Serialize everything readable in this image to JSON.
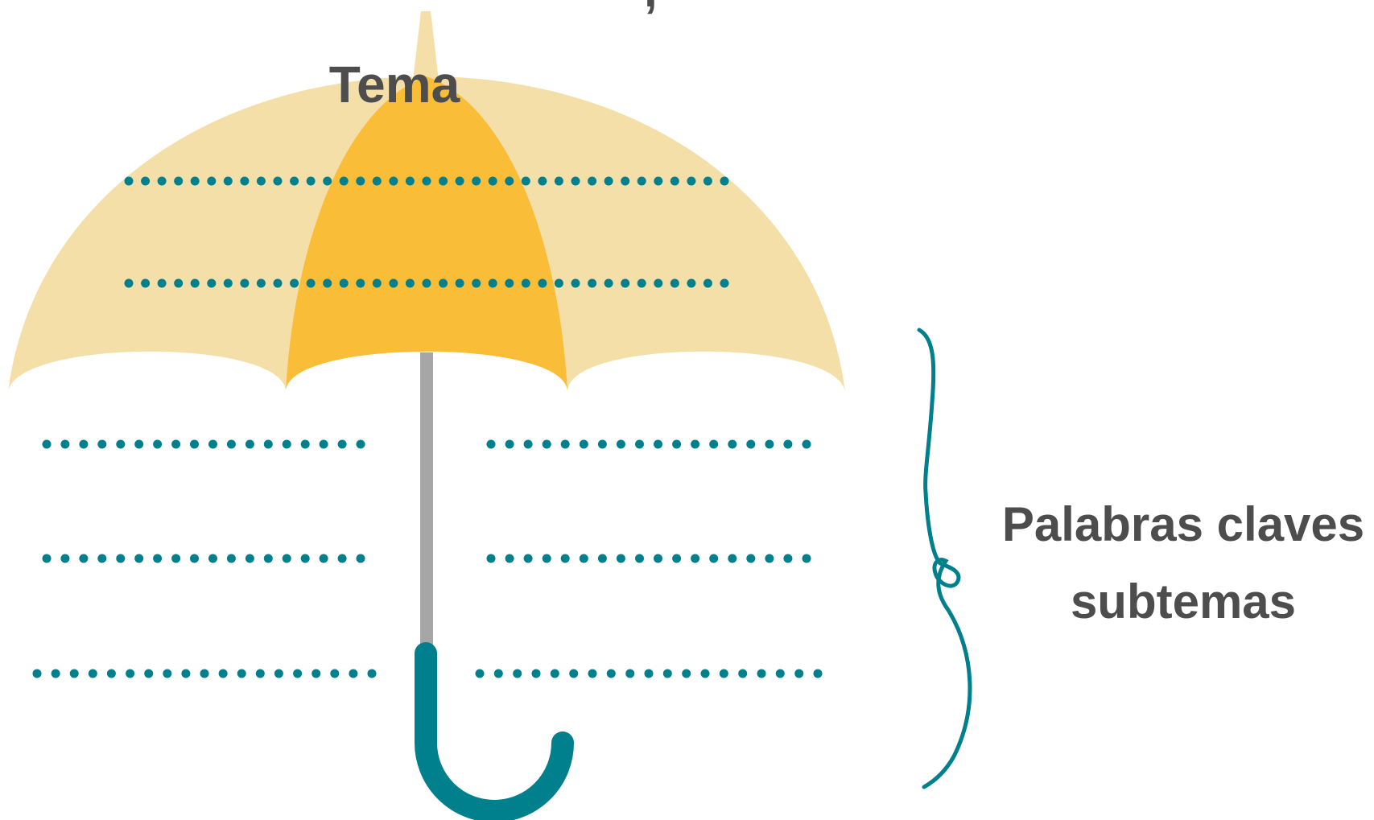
{
  "title": "Tema",
  "side_label": {
    "line1": "Palabras claves",
    "line2": "subtemas"
  },
  "top_mark": ",",
  "colors": {
    "canopy_light": "#f5dfa8",
    "canopy_center": "#f9bd38",
    "pole": "#a6a6a6",
    "handle": "#007f8c",
    "dots": "#007f8c",
    "text": "#4d4d4d",
    "brace": "#007f8c"
  },
  "icons": [
    "umbrella-icon",
    "curly-brace-icon"
  ],
  "dotted_lines": {
    "canopy_lines": 2,
    "left_lines": 3,
    "right_lines": 3
  }
}
